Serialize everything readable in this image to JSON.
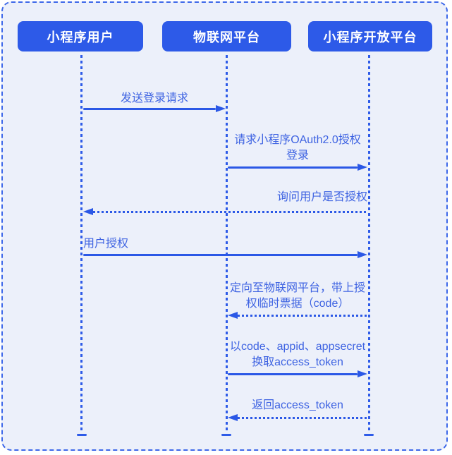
{
  "actors": [
    {
      "label": "小程序用户"
    },
    {
      "label": "物联网平台"
    },
    {
      "label": "小程序开放平台"
    }
  ],
  "messages": [
    {
      "lines": [
        "发送登录请求"
      ],
      "from": "小程序用户",
      "to": "物联网平台",
      "line_style": "solid",
      "direction": "right"
    },
    {
      "lines": [
        "请求小程序OAuth2.0授权",
        "登录"
      ],
      "from": "物联网平台",
      "to": "小程序开放平台",
      "line_style": "solid",
      "direction": "right"
    },
    {
      "lines": [
        "询问用户是否授权"
      ],
      "from": "小程序开放平台",
      "to": "小程序用户",
      "line_style": "dotted",
      "direction": "left"
    },
    {
      "lines": [
        "用户授权"
      ],
      "from": "小程序用户",
      "to": "小程序开放平台",
      "line_style": "solid",
      "direction": "right"
    },
    {
      "lines": [
        "定向至物联网平台，带上授",
        "权临时票据（code）"
      ],
      "from": "小程序开放平台",
      "to": "物联网平台",
      "line_style": "dotted",
      "direction": "left"
    },
    {
      "lines": [
        "以code、appid、appsecret",
        "换取access_token"
      ],
      "from": "物联网平台",
      "to": "小程序开放平台",
      "line_style": "solid",
      "direction": "right"
    },
    {
      "lines": [
        "返回access_token"
      ],
      "from": "小程序开放平台",
      "to": "物联网平台",
      "line_style": "dotted",
      "direction": "left"
    }
  ],
  "colors": {
    "actor_fill": "#2D5AE8",
    "actor_text": "#FFFFFF",
    "message_text": "#3E63E2",
    "arrow": "#2B58E6",
    "background": "#ECF0FA",
    "frame_border": "#3C67E9"
  }
}
